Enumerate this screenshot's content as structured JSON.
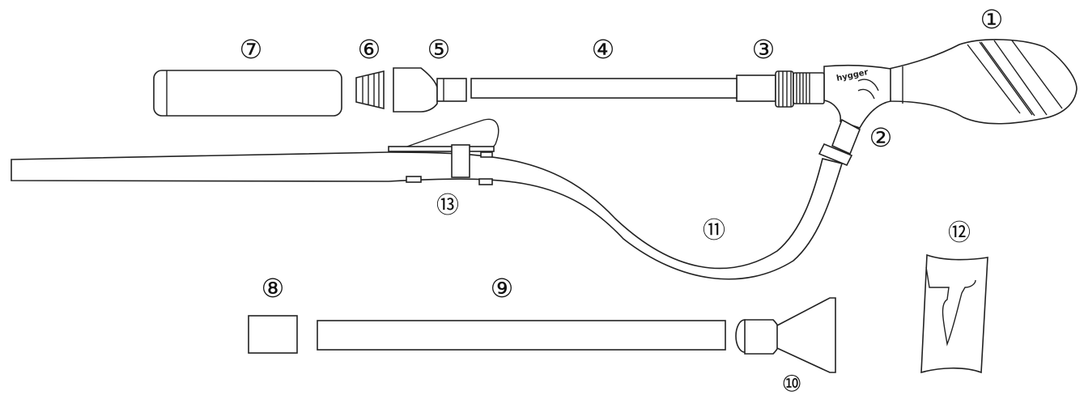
{
  "diagram": {
    "brand_logo_text": "hygger",
    "labels": [
      {
        "id": "part-1",
        "text": "①"
      },
      {
        "id": "part-2",
        "text": "②"
      },
      {
        "id": "part-3",
        "text": "③"
      },
      {
        "id": "part-4",
        "text": "④"
      },
      {
        "id": "part-5",
        "text": "⑤"
      },
      {
        "id": "part-6",
        "text": "⑥"
      },
      {
        "id": "part-7",
        "text": "⑦"
      },
      {
        "id": "part-8",
        "text": "⑧"
      },
      {
        "id": "part-9",
        "text": "⑨"
      },
      {
        "id": "part-10",
        "text": "⑩"
      },
      {
        "id": "part-11",
        "text": "⑪"
      },
      {
        "id": "part-12",
        "text": "⑫"
      },
      {
        "id": "part-13",
        "text": "⑬"
      }
    ],
    "colors": {
      "line": "#222222",
      "background": "#ffffff"
    }
  }
}
